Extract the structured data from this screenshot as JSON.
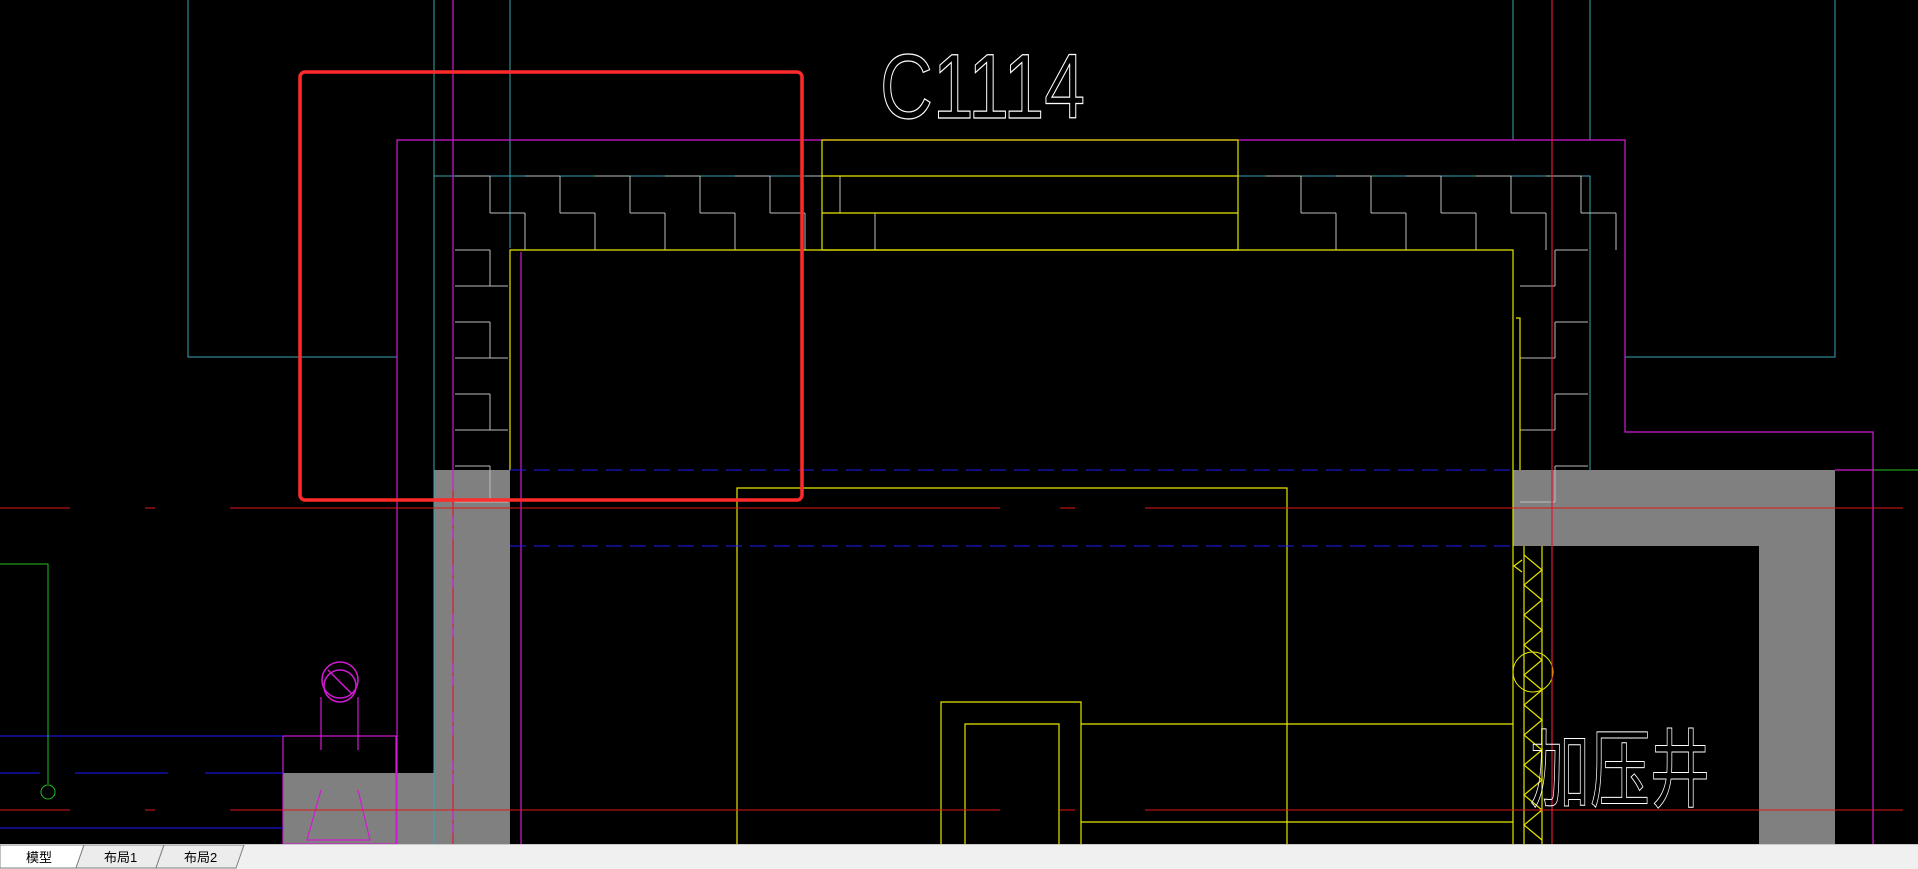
{
  "drawing": {
    "window_label": "C1114",
    "room_label": "加压井"
  },
  "tabs": [
    {
      "label": "模型",
      "active": true
    },
    {
      "label": "布局1",
      "active": false
    },
    {
      "label": "布局2",
      "active": false
    }
  ],
  "colors": {
    "background": "#000000",
    "magenta": "#d21ad2",
    "yellow": "#e6e600",
    "cyan": "#3aa6b0",
    "red": "#e01818",
    "blue": "#1a1aff",
    "green": "#20c020",
    "wall_fill": "#808080",
    "highlight_box": "#ff2a2a",
    "text": "#ffffff"
  }
}
